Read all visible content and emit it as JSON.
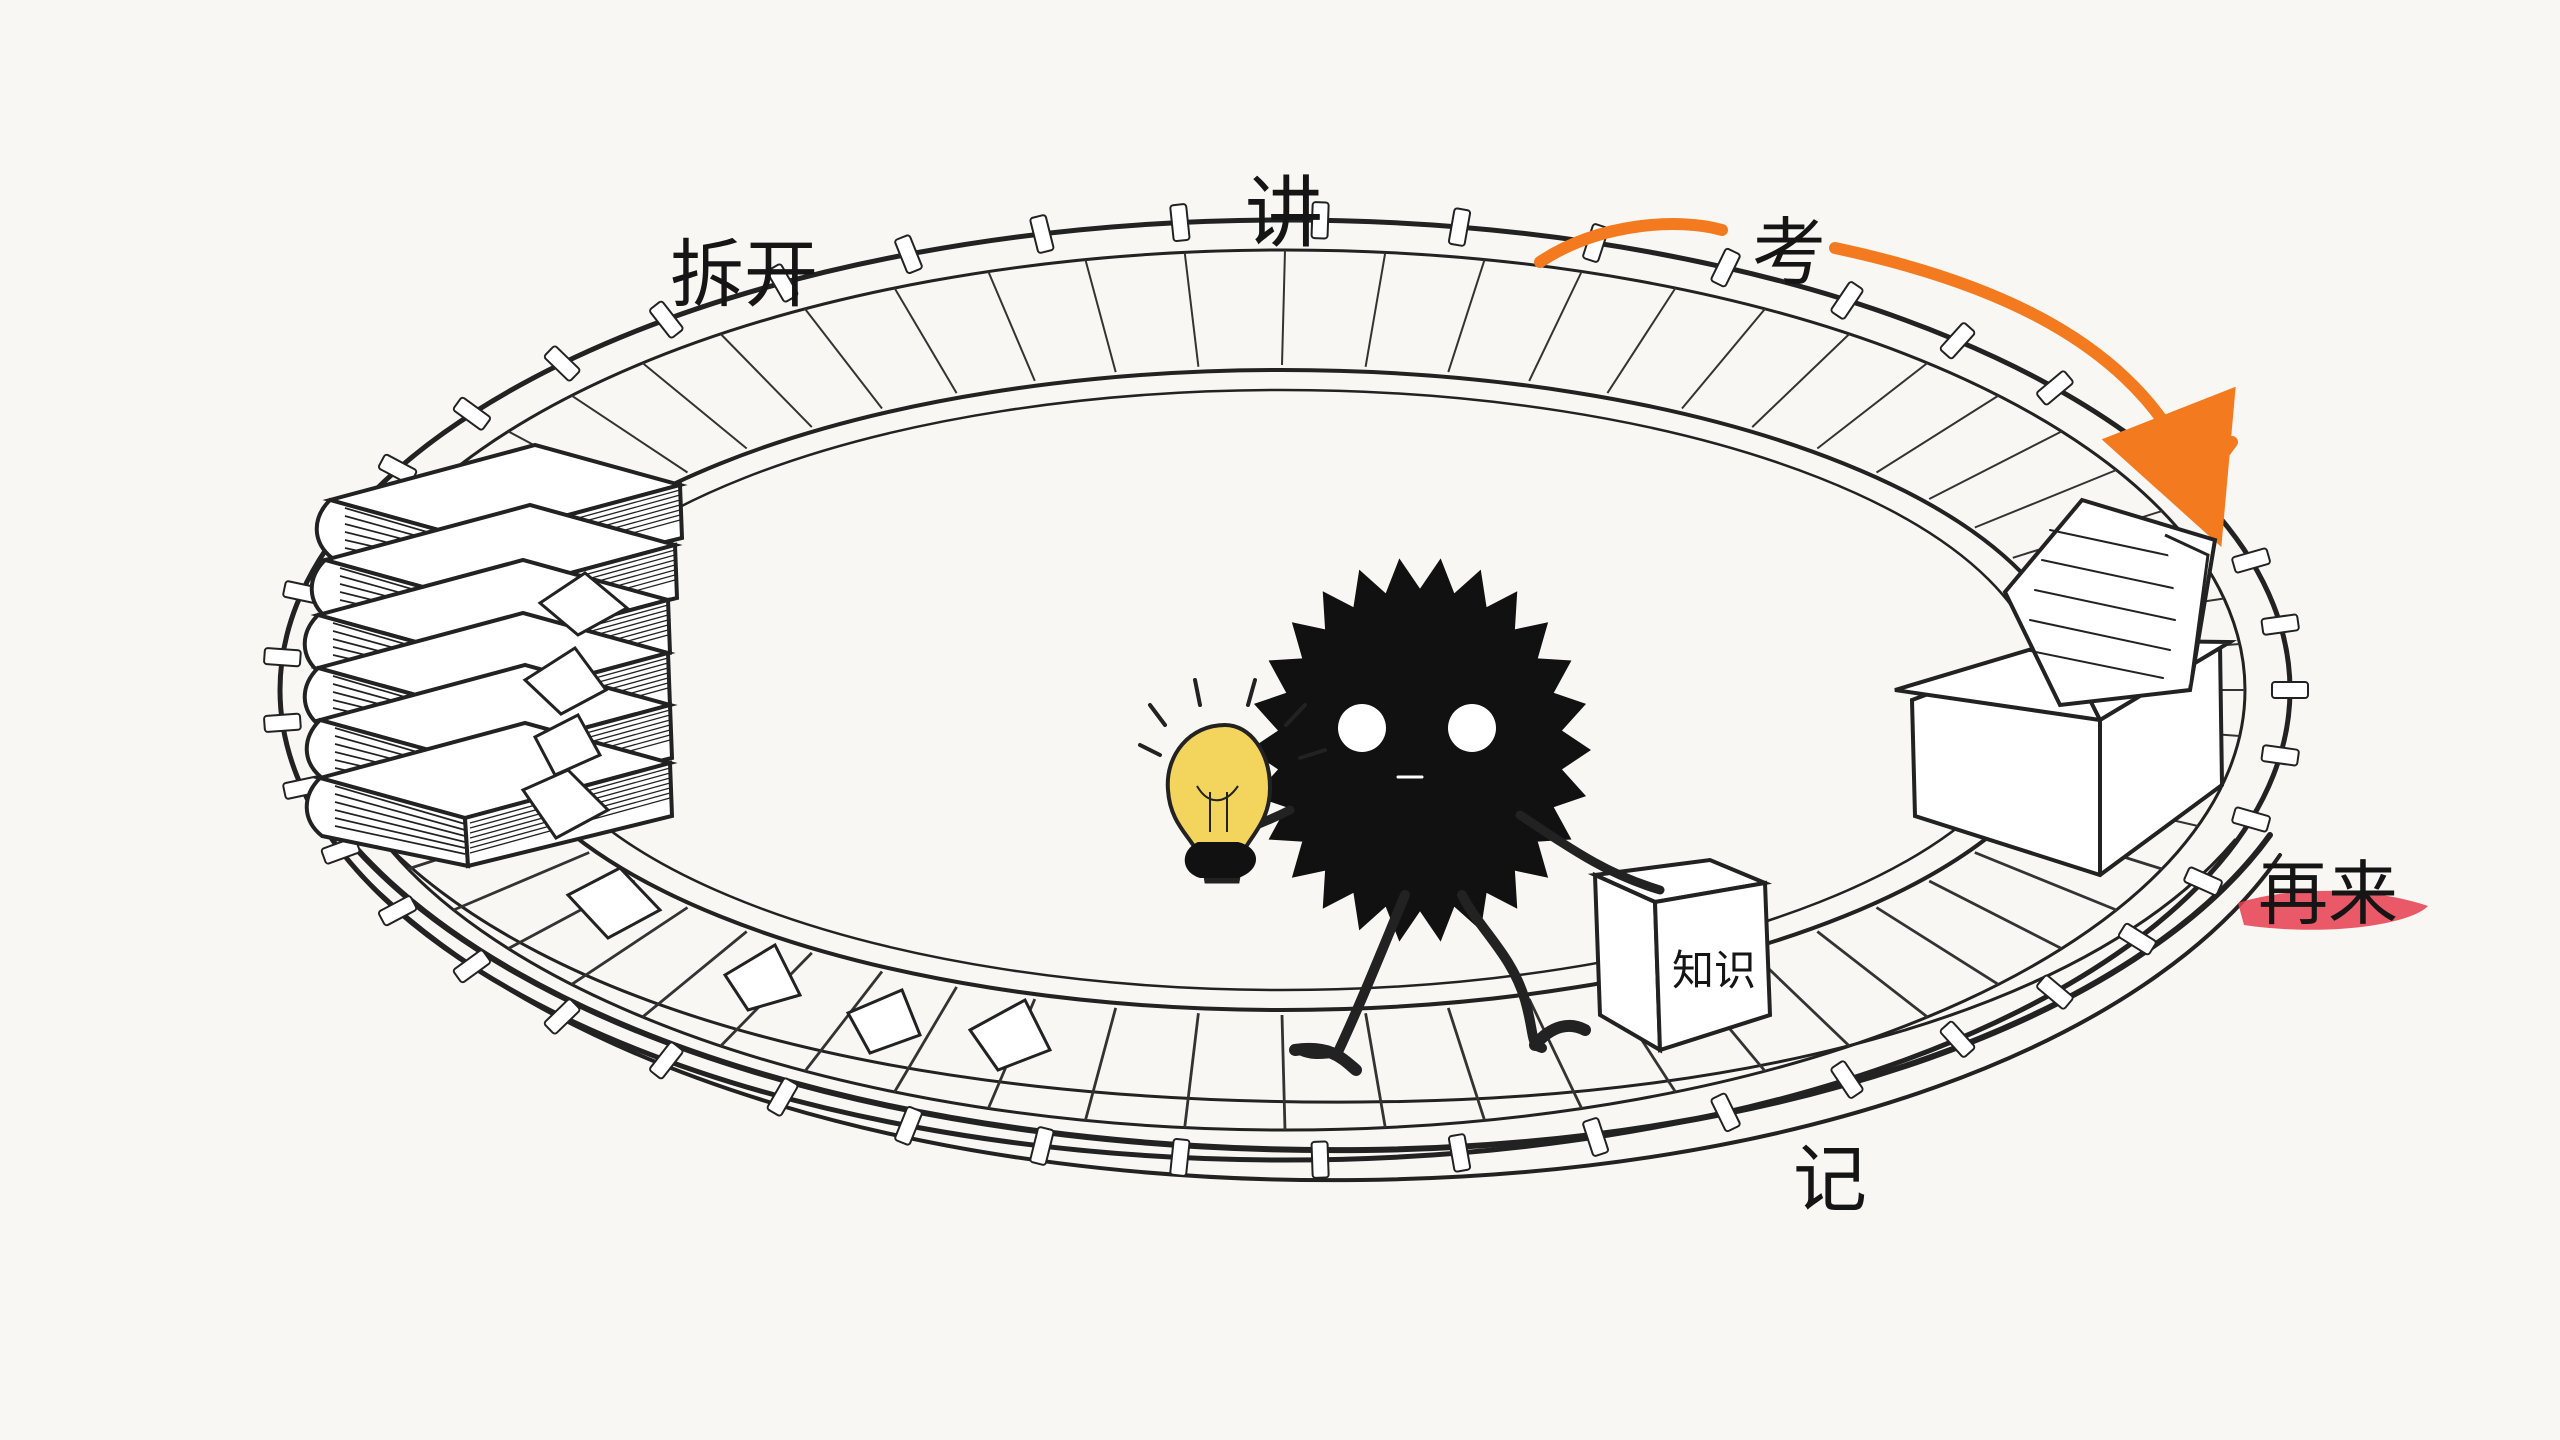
{
  "labels": {
    "split": "拆开",
    "teach": "讲",
    "test": "考",
    "again": "再来",
    "remember": "记"
  },
  "box_label": "知识",
  "colors": {
    "background": "#f8f7f3",
    "ink": "#151515",
    "arrow_orange": "#f47a1f",
    "highlight_red": "#e83f4f",
    "bulb_yellow": "#f3d45c"
  },
  "icons": {
    "books": "book-stack-icon",
    "bulb": "lightbulb-icon",
    "character": "fuzzy-character-icon",
    "box": "knowledge-box-icon",
    "papers": "paper-box-icon",
    "arrow": "curved-arrow-icon"
  }
}
